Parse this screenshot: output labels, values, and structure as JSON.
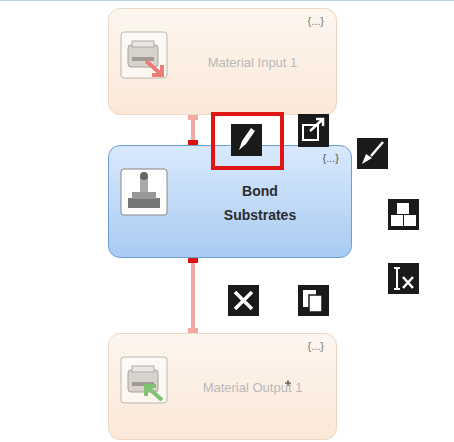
{
  "diagram": {
    "nodes": [
      {
        "text": [
          "Material Input 1",
          "{...}"
        ]
      },
      {
        "text": [
          "Bond Substrates",
          "{...}"
        ]
      },
      {
        "text": [
          "Material Output 1",
          "{...}"
        ]
      }
    ],
    "edges": [
      {
        "from": 0,
        "to": 1,
        "arrow": "none"
      },
      {
        "from": 1,
        "to": 2,
        "arrow": "none"
      }
    ]
  }
}
